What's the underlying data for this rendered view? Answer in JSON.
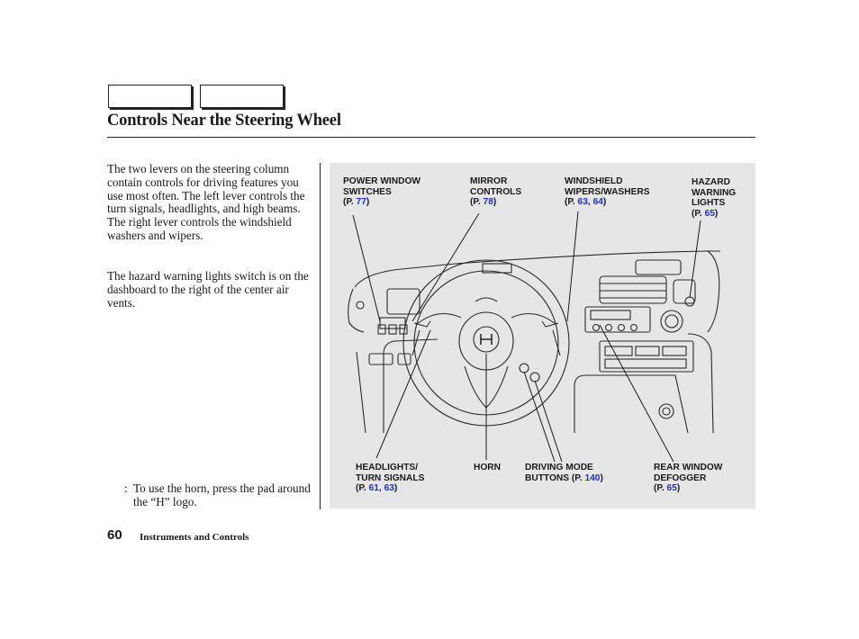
{
  "page": {
    "title": "Controls Near the Steering Wheel",
    "page_number": "60",
    "section": "Instruments and Controls"
  },
  "body_text": [
    "The two levers on the steering column contain controls for driving features you use most often. The left lever controls the turn signals, headlights, and high beams. The right lever controls the windshield washers and wipers.",
    "The hazard warning lights switch is on the dashboard to the right of the center air vents."
  ],
  "note": {
    "marker": ":",
    "text": "To use the horn, press the pad around the “H” logo."
  },
  "figure": {
    "callouts": {
      "power_window": {
        "line1": "POWER WINDOW",
        "line2": "SWITCHES",
        "ref_prefix": "(P.",
        "pages": [
          "77"
        ],
        "ref_suffix": ")"
      },
      "mirror": {
        "line1": "MIRROR",
        "line2": "CONTROLS",
        "ref_prefix": "(P.",
        "pages": [
          "78"
        ],
        "ref_suffix": ")"
      },
      "wipers": {
        "line1": "WINDSHIELD",
        "line2": "WIPERS/WASHERS",
        "ref_prefix": "(P.",
        "pages": [
          "63",
          "64"
        ],
        "ref_suffix": ")"
      },
      "hazard": {
        "line1": "HAZARD",
        "line2": "WARNING",
        "line3": "LIGHTS",
        "ref_prefix": "(P.",
        "pages": [
          "65"
        ],
        "ref_suffix": ")"
      },
      "headlights": {
        "line1": "HEADLIGHTS/",
        "line2": "TURN SIGNALS",
        "ref_prefix": "(P.",
        "pages": [
          "61",
          "63"
        ],
        "ref_suffix": ")"
      },
      "horn": {
        "line1": "HORN"
      },
      "driving_mode": {
        "line1": "DRIVING MODE",
        "line2": "BUTTONS",
        "ref_prefix": "(P.",
        "pages": [
          "140"
        ],
        "ref_suffix": ")"
      },
      "defogger": {
        "line1": "REAR WINDOW",
        "line2": "DEFOGGER",
        "ref_prefix": "(P.",
        "pages": [
          "65"
        ],
        "ref_suffix": ")"
      }
    },
    "link_color": "#1a2fd6"
  }
}
